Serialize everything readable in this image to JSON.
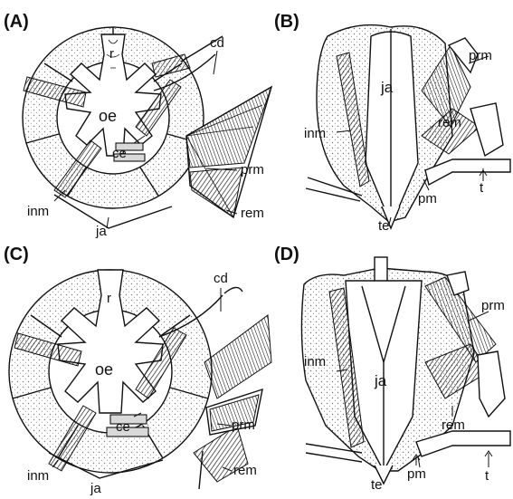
{
  "figure": {
    "panels": [
      {
        "letter": "(A)",
        "labels": {
          "r": "r",
          "oe": "oe",
          "cd": "cd",
          "ce": "ce",
          "prm": "prm",
          "inm": "inm",
          "ja": "ja",
          "rem": "rem"
        }
      },
      {
        "letter": "(B)",
        "labels": {
          "ja": "ja",
          "prm": "prm",
          "inm": "inm",
          "rem": "rem",
          "te": "te",
          "pm": "pm",
          "t": "t"
        }
      },
      {
        "letter": "(C)",
        "labels": {
          "r": "r",
          "oe": "oe",
          "cd": "cd",
          "ce": "ce",
          "prm": "prm",
          "inm": "inm",
          "ja": "ja",
          "rem": "rem"
        }
      },
      {
        "letter": "(D)",
        "labels": {
          "prm": "prm",
          "inm": "inm",
          "ja": "ja",
          "rem": "rem",
          "te": "te",
          "pm": "pm",
          "t": "t"
        }
      }
    ]
  },
  "style": {
    "ink": "#111111",
    "paper": "#ffffff",
    "stipple": "#d9d9d9"
  }
}
